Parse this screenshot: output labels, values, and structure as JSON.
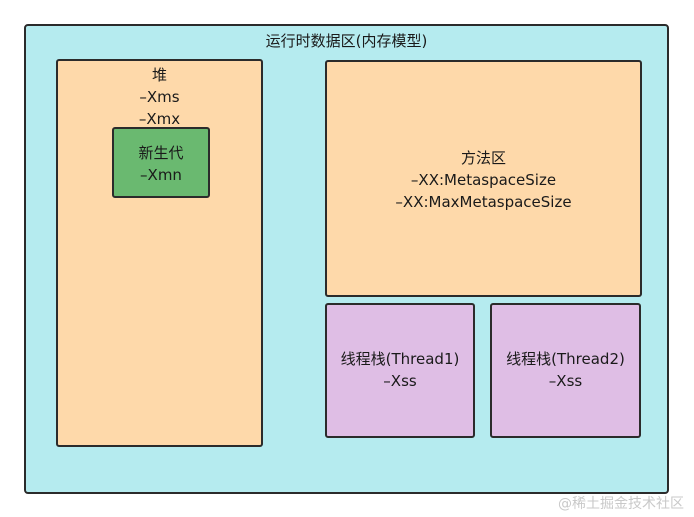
{
  "runtime_area": {
    "title": "运行时数据区(内存模型)"
  },
  "heap": {
    "name": "堆",
    "params": [
      "–Xms",
      "–Xmx"
    ]
  },
  "young_gen": {
    "name": "新生代",
    "param": "–Xmn"
  },
  "method_area": {
    "name": "方法区",
    "params": [
      "–XX:MetaspaceSize",
      "–XX:MaxMetaspaceSize"
    ]
  },
  "thread_stacks": [
    {
      "name": "线程栈(Thread1)",
      "param": "–Xss"
    },
    {
      "name": "线程栈(Thread2)",
      "param": "–Xss"
    }
  ],
  "watermark": "@稀土掘金技术社区",
  "colors": {
    "runtime_area": "#b5ebef",
    "heap": "#fed9aa",
    "young_gen": "#6ab970",
    "method_area": "#fed9aa",
    "thread_stack": "#dfbee5",
    "border": "#2b2b2b"
  }
}
